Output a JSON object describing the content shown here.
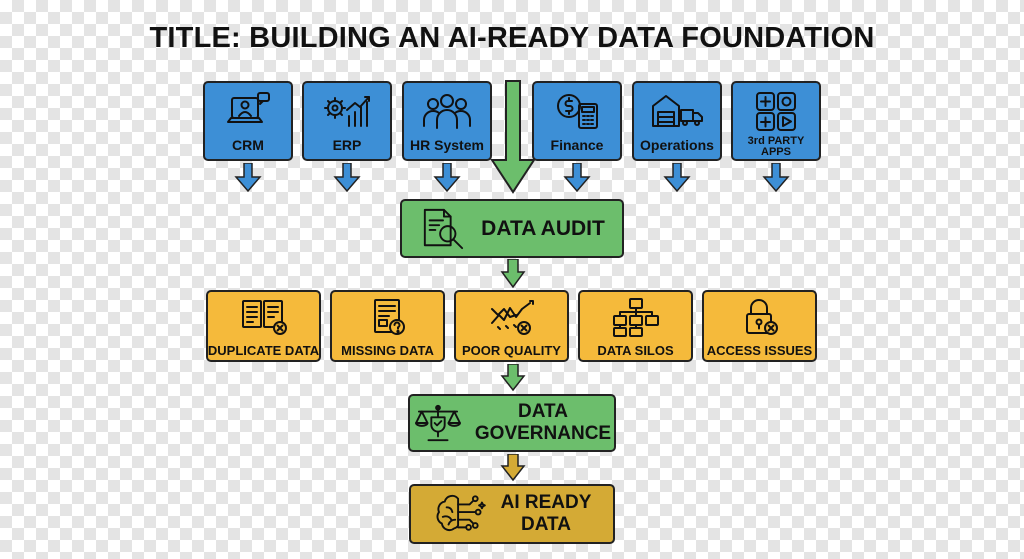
{
  "title": "TITLE: BUILDING AN AI-READY DATA FOUNDATION",
  "sources": [
    {
      "label": "CRM",
      "icon": "crm-user-laptop-icon"
    },
    {
      "label": "ERP",
      "icon": "gear-growth-chart-icon"
    },
    {
      "label": "HR System",
      "icon": "people-group-icon"
    },
    {
      "label": "Finance",
      "icon": "dollar-calculator-icon"
    },
    {
      "label": "Operations",
      "icon": "warehouse-truck-icon"
    },
    {
      "label": "3rd PARTY\nAPPS",
      "icon": "app-tiles-icon"
    }
  ],
  "audit": {
    "label": "DATA AUDIT",
    "icon": "document-magnifier-icon"
  },
  "issues": [
    {
      "label": "DUPLICATE DATA",
      "icon": "duplicate-documents-icon"
    },
    {
      "label": "MISSING DATA",
      "icon": "document-question-icon"
    },
    {
      "label": "POOR QUALITY",
      "icon": "broken-chart-icon"
    },
    {
      "label": "DATA SILOS",
      "icon": "hierarchy-blocks-icon"
    },
    {
      "label": "ACCESS ISSUES",
      "icon": "padlock-x-icon"
    }
  ],
  "governance": {
    "label": "DATA\nGOVERNANCE",
    "icon": "scales-shield-icon"
  },
  "ai_ready": {
    "label": "AI READY\nDATA",
    "icon": "brain-circuit-icon"
  },
  "colors": {
    "source_blue": "#3d8fd6",
    "stage_green": "#6cbe6c",
    "issue_yellow": "#f5ba3b",
    "final_gold": "#d4aa35",
    "outline": "#222222"
  }
}
